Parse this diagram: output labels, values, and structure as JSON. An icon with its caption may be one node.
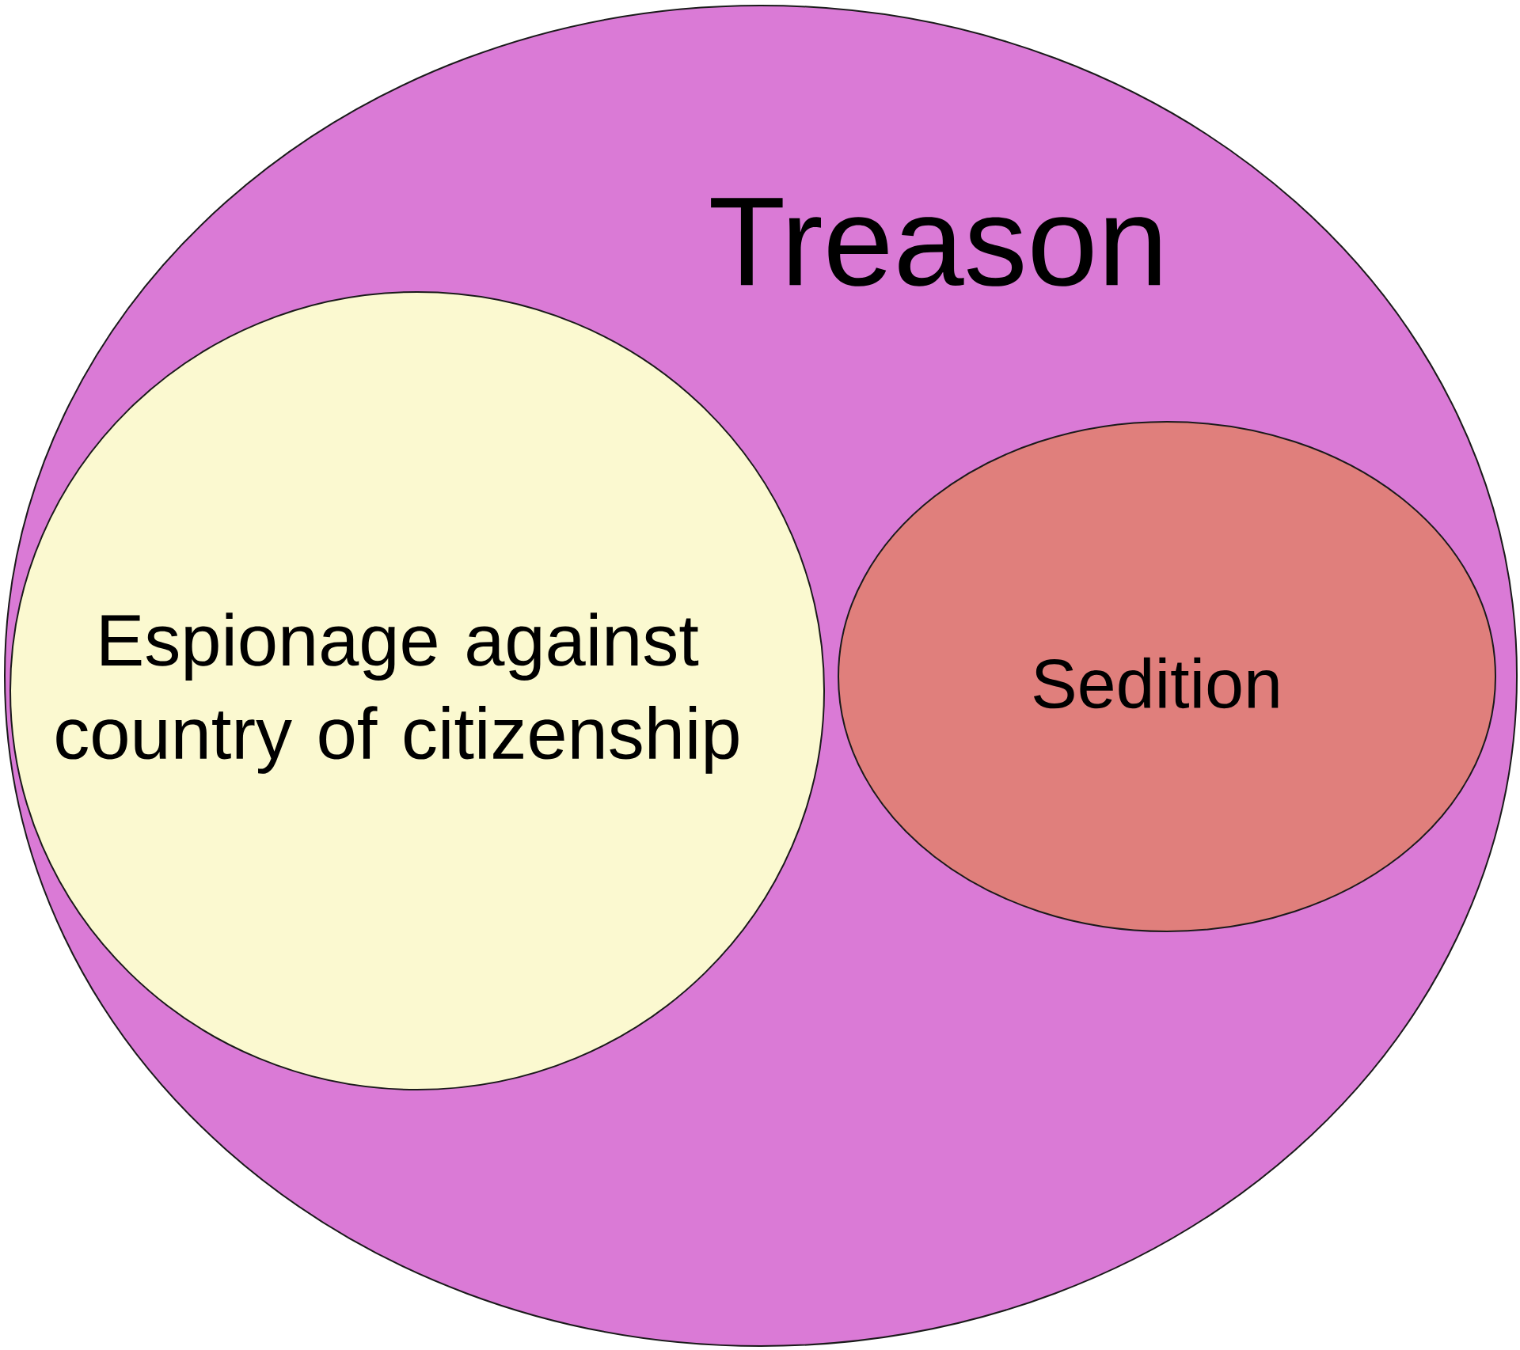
{
  "diagram": {
    "nodes": [
      {
        "text": [
          "Treason"
        ]
      },
      {
        "text": [
          "Espionage against country of citizenship"
        ],
        "in": 0
      },
      {
        "text": [
          "Sedition"
        ],
        "in": 0
      }
    ]
  }
}
